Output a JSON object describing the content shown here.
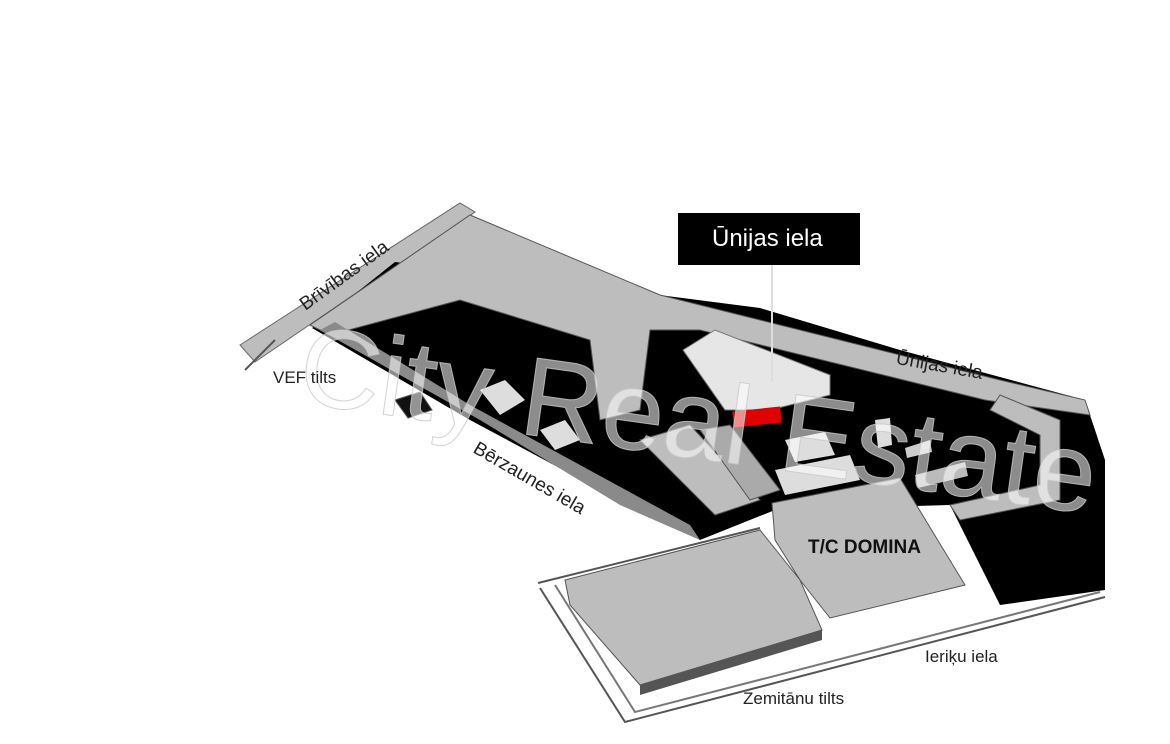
{
  "map": {
    "callout_label": "Ūnijas iela",
    "streets": {
      "brivibas": "Brīvības iela",
      "vef": "VEF tilts",
      "berzaunes": "Bērzaunes iela",
      "unijas": "Ūnijas iela",
      "ieriku": "Ieriķu iela",
      "zemitanu": "Zemitānu tilts"
    },
    "landmark": "T/C DOMINA",
    "watermark": "City Real Estate",
    "colors": {
      "highlight": "#e00000",
      "building": "#bdbdbd",
      "ground": "#000000"
    }
  }
}
